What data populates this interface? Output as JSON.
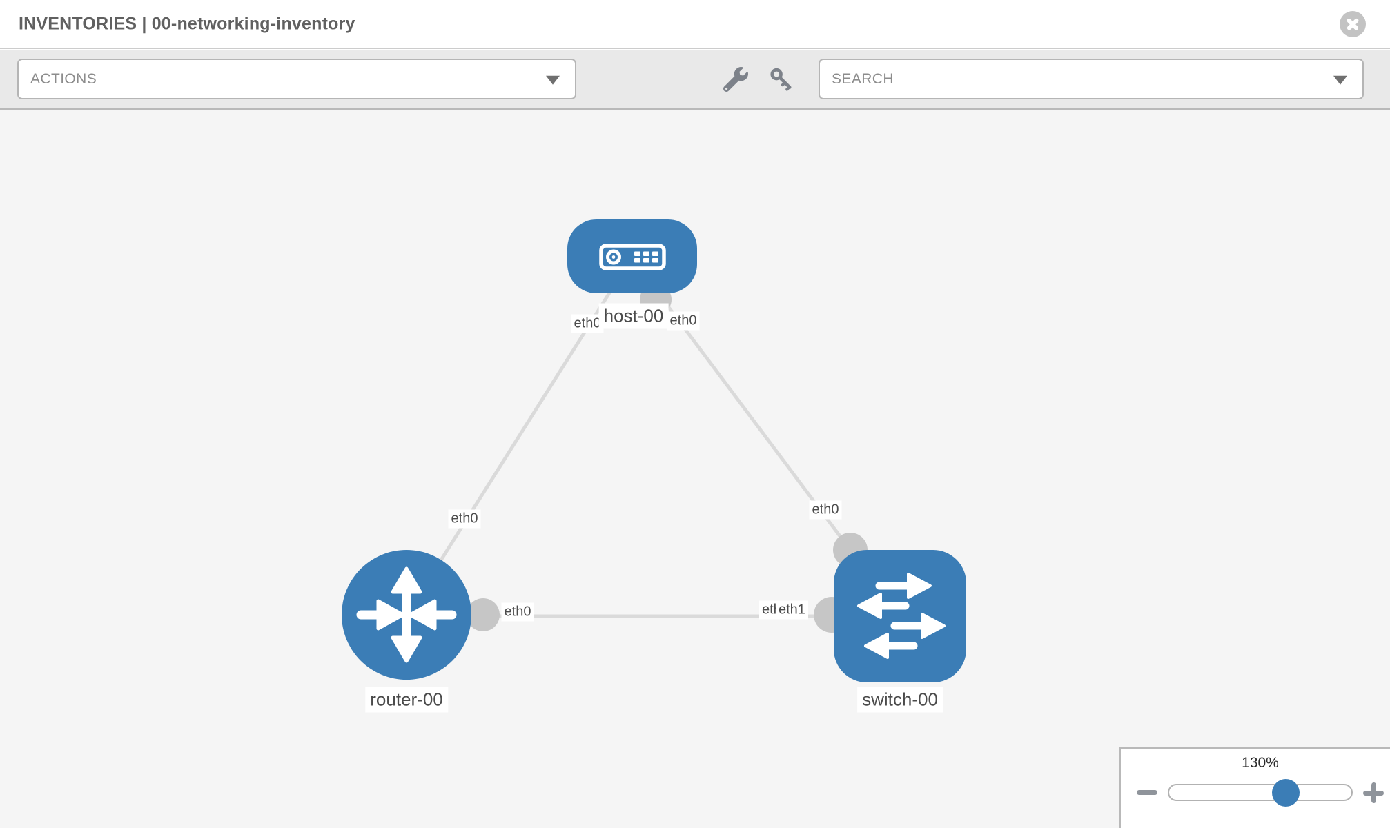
{
  "header": {
    "title": "INVENTORIES | 00-networking-inventory"
  },
  "toolbar": {
    "actions_label": "ACTIONS",
    "search_label": "SEARCH",
    "icons": [
      "wrench-icon",
      "key-icon",
      "caret-down-icon"
    ]
  },
  "topology": {
    "type": "network-diagram",
    "nodes": [
      {
        "id": "host-00",
        "label": "host-00",
        "device_type": "host"
      },
      {
        "id": "router-00",
        "label": "router-00",
        "device_type": "router"
      },
      {
        "id": "switch-00",
        "label": "switch-00",
        "device_type": "switch"
      }
    ],
    "links": [
      {
        "source": "router-00",
        "source_interface": "eth0",
        "target": "host-00",
        "target_interface": "eth0"
      },
      {
        "source": "switch-00",
        "source_interface": "eth0",
        "target": "host-00",
        "target_interface": "eth0"
      },
      {
        "source": "router-00",
        "source_interface": "eth0",
        "target": "switch-00",
        "target_interface": "eth1"
      }
    ]
  },
  "iface_labels": {
    "host_left": "eth0",
    "host_right": "eth0",
    "link_router_host": "eth0",
    "link_switch_host": "eth0",
    "router_right": "eth0",
    "switch_left_back": "eth0",
    "switch_left_front": "eth1"
  },
  "zoom_control": {
    "value": "130%"
  },
  "colors": {
    "node_blue": "#3b7db6",
    "link_gray": "#dadada",
    "connector_gray": "#c6c6c6",
    "canvas_bg": "#f5f5f5",
    "toolbar_bg": "#e9e9e9"
  }
}
